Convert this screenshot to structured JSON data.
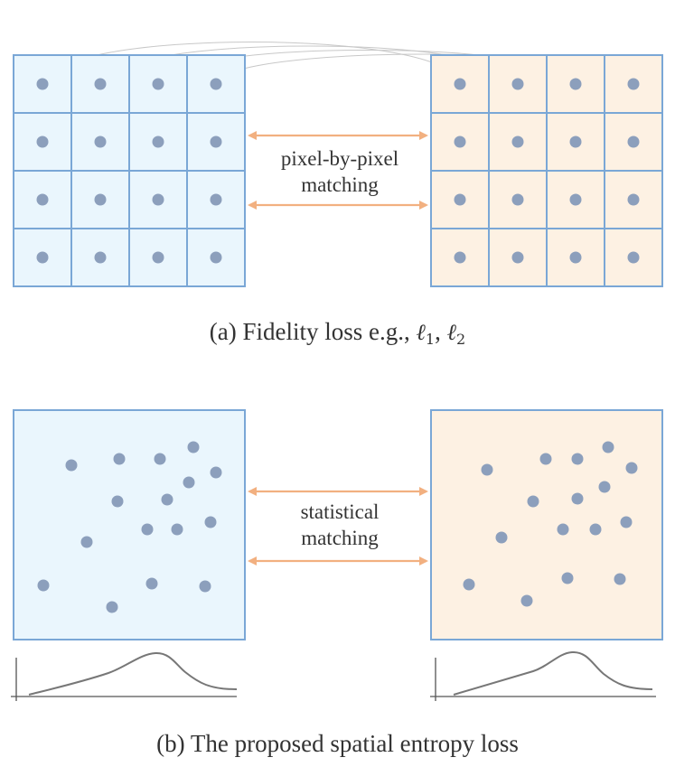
{
  "colors": {
    "left_fill": "#eaf6fd",
    "right_fill": "#fdf1e3",
    "grid_line": "#7aa7d6",
    "dot": "#8c9fbc",
    "arrow": "#f2b080",
    "arc": "#c8c8c8",
    "curve": "#777777",
    "axis": "#555555"
  },
  "section_a": {
    "grid_rows": 4,
    "grid_cols": 4,
    "label_line1": "pixel-by-pixel",
    "label_line2": "matching",
    "caption_prefix": "(a) Fidelity loss e.g., ",
    "loss_symbol_1": "ℓ",
    "loss_sub_1": "1",
    "separator": ", ",
    "loss_symbol_2": "ℓ",
    "loss_sub_2": "2"
  },
  "section_b": {
    "label_line1": "statistical",
    "label_line2": "matching",
    "caption": "(b) The proposed spatial entropy loss",
    "left_points": [
      [
        79,
        515
      ],
      [
        132,
        508
      ],
      [
        177,
        508
      ],
      [
        214,
        495
      ],
      [
        239,
        523
      ],
      [
        209,
        534
      ],
      [
        130,
        555
      ],
      [
        185,
        553
      ],
      [
        96,
        600
      ],
      [
        163,
        586
      ],
      [
        196,
        586
      ],
      [
        233,
        578
      ],
      [
        48,
        648
      ],
      [
        124,
        672
      ],
      [
        168,
        646
      ],
      [
        227,
        649
      ]
    ],
    "right_points": [
      [
        539,
        520
      ],
      [
        604,
        508
      ],
      [
        639,
        508
      ],
      [
        673,
        495
      ],
      [
        699,
        518
      ],
      [
        669,
        539
      ],
      [
        590,
        555
      ],
      [
        639,
        552
      ],
      [
        555,
        595
      ],
      [
        623,
        586
      ],
      [
        659,
        586
      ],
      [
        693,
        578
      ],
      [
        519,
        647
      ],
      [
        583,
        665
      ],
      [
        628,
        640
      ],
      [
        686,
        641
      ]
    ]
  }
}
